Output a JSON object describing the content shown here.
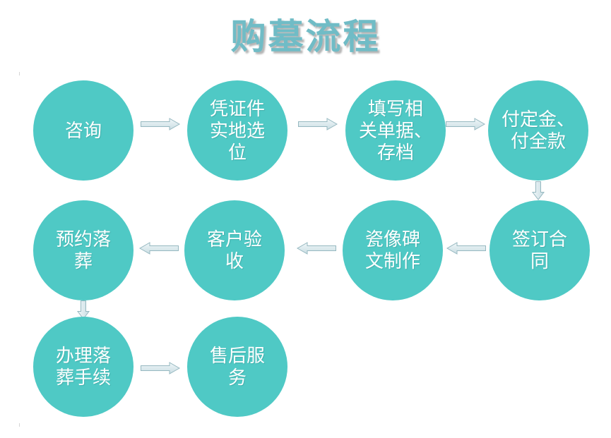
{
  "title": "购墓流程",
  "colors": {
    "title_color": "#70bcc6",
    "circle_color": "#4fc9c5",
    "arrow_border": "#96b8c0",
    "arrow_fill_light": "#f0f7f9",
    "arrow_fill_dark": "#c9dde3"
  },
  "nodes": [
    {
      "id": "consult",
      "label": "咨询"
    },
    {
      "id": "site-selection",
      "label": "凭证件\n实地选\n位"
    },
    {
      "id": "fill-forms",
      "label": "填写相\n关单据、\n存档"
    },
    {
      "id": "payment",
      "label": "付定金、\n付全款"
    },
    {
      "id": "sign-contract",
      "label": "签订合\n同"
    },
    {
      "id": "plaque-making",
      "label": "瓷像碑\n文制作"
    },
    {
      "id": "client-accept",
      "label": "客户验\n收"
    },
    {
      "id": "book-burial",
      "label": "预约落\n葬"
    },
    {
      "id": "burial-process",
      "label": "办理落\n葬手续"
    },
    {
      "id": "after-sales",
      "label": "售后服\n务"
    }
  ]
}
